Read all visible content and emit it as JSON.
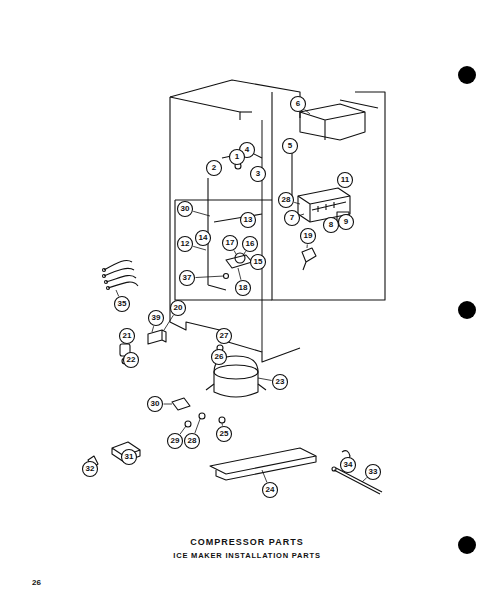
{
  "diagram": {
    "title": "COMPRESSOR PARTS",
    "labels": [
      "6",
      "11",
      "9",
      "28",
      "7",
      "8",
      "4",
      "1",
      "2",
      "3",
      "5",
      "30",
      "13",
      "14",
      "12",
      "17",
      "16",
      "15",
      "37",
      "18",
      "19",
      "35",
      "39",
      "20",
      "21",
      "22",
      "27",
      "26",
      "23",
      "30",
      "29",
      "28",
      "25",
      "24",
      "31",
      "32",
      "34",
      "33",
      "ICE MAKER INSTALLATION PARTS",
      "26"
    ]
  }
}
